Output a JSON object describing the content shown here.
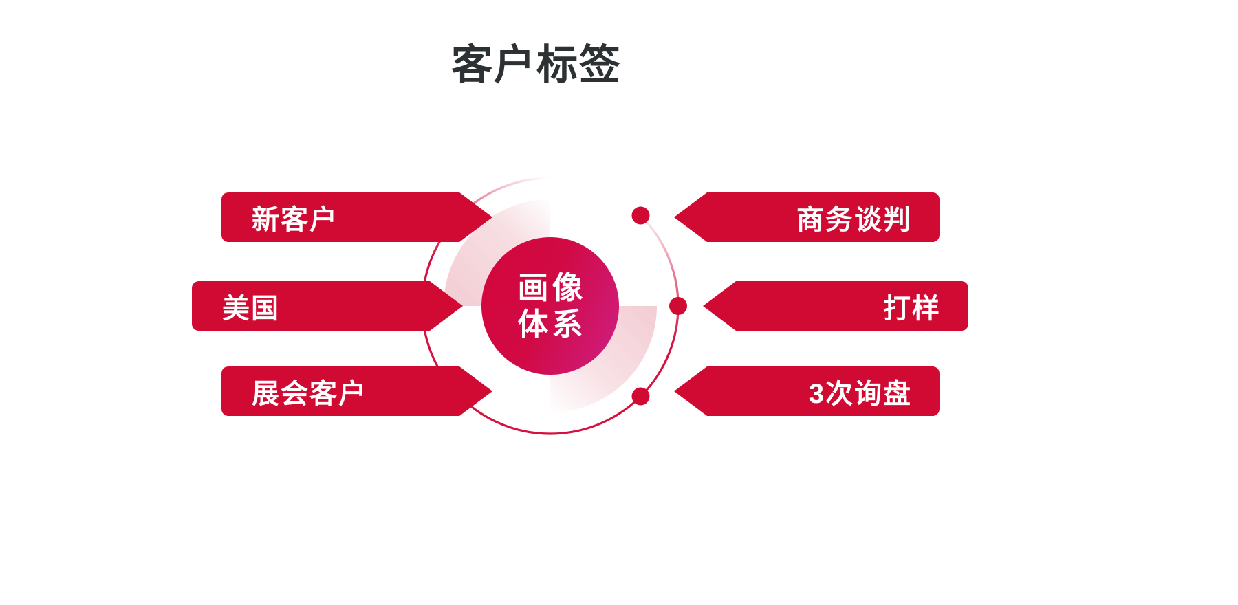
{
  "header": {
    "title": "客户标签"
  },
  "hub": {
    "line1": "画像",
    "line2": "体系",
    "icon": "concentric-circle-graphic"
  },
  "tags": {
    "left": [
      {
        "label": "新客户",
        "icon": "arrow-right-tag"
      },
      {
        "label": "美国",
        "icon": "arrow-right-tag"
      },
      {
        "label": "展会客户",
        "icon": "arrow-right-tag"
      }
    ],
    "right": [
      {
        "label": "商务谈判",
        "icon": "arrow-left-tag"
      },
      {
        "label": "打样",
        "icon": "arrow-left-tag"
      },
      {
        "label": "3次询盘",
        "icon": "arrow-left-tag"
      }
    ]
  },
  "colors": {
    "background": "#ffffff",
    "title": "#2c3133",
    "tag_fill": "#d00a33",
    "tag_text": "#ffffff",
    "ring_stroke": "#d5123f",
    "ring_node": "#d00a33",
    "donut_tint": "#f4d3d8",
    "hub_gradient_start": "#d2073c",
    "hub_gradient_end": "#cf1c7b"
  },
  "ring_nodes": [
    {
      "name": "node-upper-left",
      "angle_deg": 135
    },
    {
      "name": "node-left",
      "angle_deg": 180
    },
    {
      "name": "node-lower-left",
      "angle_deg": 225
    },
    {
      "name": "node-upper-right",
      "angle_deg": 45
    },
    {
      "name": "node-right",
      "angle_deg": 0
    },
    {
      "name": "node-lower-right",
      "angle_deg": 315
    }
  ]
}
